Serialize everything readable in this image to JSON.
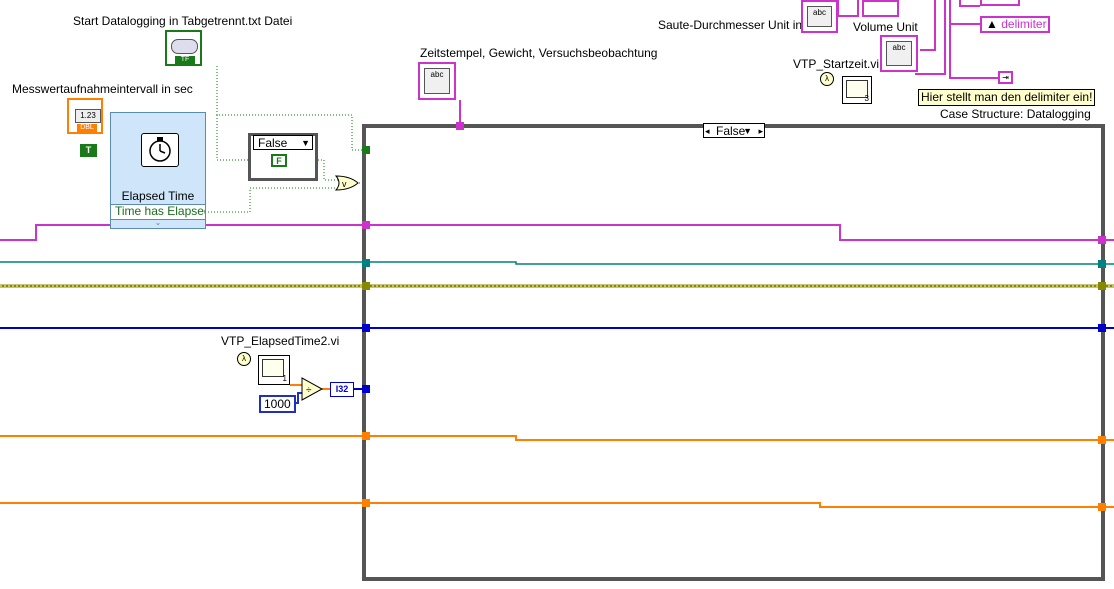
{
  "labels": {
    "start_datalogging": "Start Datalogging in Tabgetrennt.txt Datei",
    "messwert": "Messwertaufnahmeintervall in sec",
    "zeitstempel": "Zeitstempel, Gewicht, Versuchsbeobachtung",
    "saute_unit": "Saute-Durchmesser Unit in",
    "volume_unit": "Volume Unit",
    "vtp_startzeit": "VTP_Startzeit.vi",
    "vtp_elapsed": "VTP_ElapsedTime2.vi",
    "case_structure": "Case Structure: Datalogging",
    "delimiter": "delimiter",
    "tooltip": "Hier stellt man den delimiter ein!"
  },
  "elapsed_time": {
    "title": "Elapsed Time",
    "output": "Time has Elapsed"
  },
  "case_selector_small": "False",
  "case_selector_main": "False",
  "constants": {
    "false_const": "F",
    "true_const": "T",
    "thousand": "1000",
    "i32": "I32",
    "dbl": "DBL",
    "num": "1.23",
    "tf": "TF",
    "abc": "abc",
    "sub_index_1": "1",
    "sub_index_3": "3"
  },
  "colors": {
    "string_wire": "#cc33cc",
    "numeric_wire": "#ff7f00",
    "int_wire": "#0000cc",
    "bool_wire": "#008000",
    "cluster_wire": "#888800",
    "refnum_wire": "#008080"
  }
}
